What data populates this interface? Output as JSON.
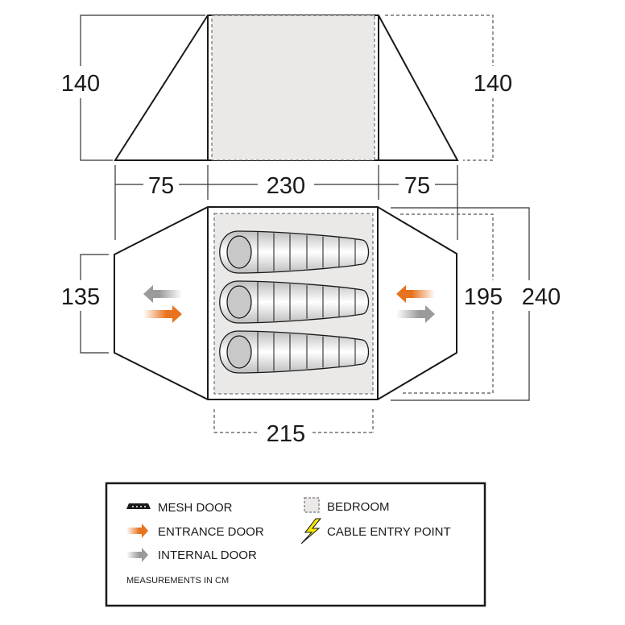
{
  "elevation": {
    "left_height": "140",
    "right_height": "140",
    "left_porch_width": "75",
    "bedroom_width": "230",
    "right_porch_width": "75"
  },
  "floorplan": {
    "porch_height": "135",
    "inner_height": "195",
    "total_height": "240",
    "bedroom_depth": "215"
  },
  "legend": {
    "mesh_door": "MESH DOOR",
    "entrance_door": "ENTRANCE DOOR",
    "internal_door": "INTERNAL DOOR",
    "bedroom": "BEDROOM",
    "cable_entry": "CABLE ENTRY POINT",
    "note": "MEASUREMENTS IN CM"
  },
  "colors": {
    "entrance": "#e8731e",
    "internal": "#9a9a9a",
    "bedroom_fill": "#ebe9e7",
    "cable": "#f2e600"
  }
}
